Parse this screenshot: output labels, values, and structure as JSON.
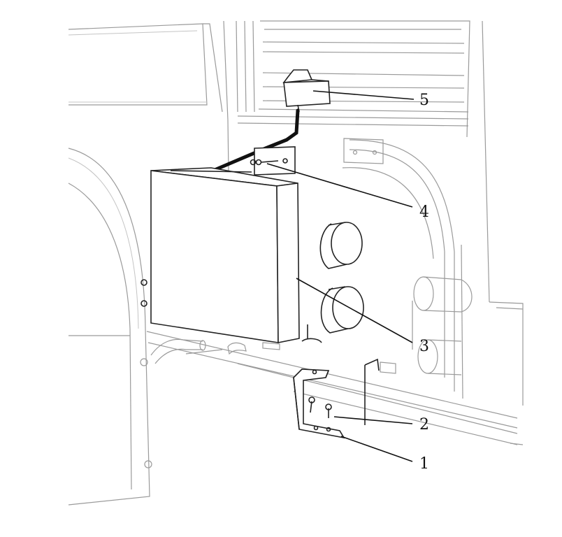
{
  "callouts": {
    "c1": "1",
    "c2": "2",
    "c3": "3",
    "c4": "4",
    "c5": "5"
  },
  "parts": {
    "p1": "mounting-bracket",
    "p2": "bolt",
    "p3": "heater-tank",
    "p4": "mounting-plate",
    "p5": "top-unit"
  }
}
